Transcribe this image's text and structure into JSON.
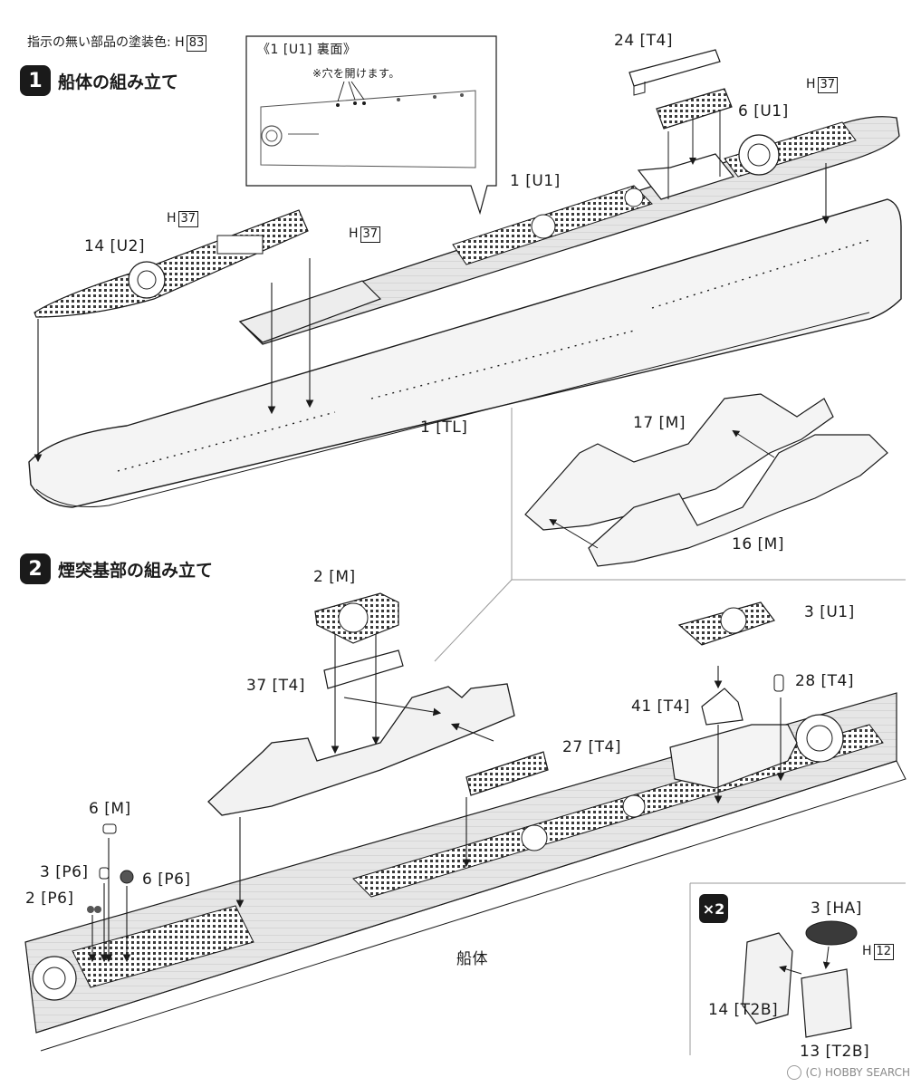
{
  "header": {
    "paint_note": "指示の無い部品の塗装色: H",
    "paint_code": "83"
  },
  "steps": [
    {
      "number": "1",
      "title": "船体の組み立て"
    },
    {
      "number": "2",
      "title": "煙突基部の組み立て"
    }
  ],
  "inset": {
    "title": "《1 [U1] 裏面》",
    "note": "※穴を開けます。"
  },
  "paint_marks": [
    {
      "prefix": "H",
      "code": "37"
    },
    {
      "prefix": "H",
      "code": "37"
    },
    {
      "prefix": "H",
      "code": "37"
    },
    {
      "prefix": "H",
      "code": "12"
    }
  ],
  "parts": {
    "p24_t4": "24 [T4]",
    "p6_u1": "6 [U1]",
    "p1_u1": "1 [U1]",
    "p14_u2": "14 [U2]",
    "p1_tl": "1 [TL]",
    "p17_m": "17 [M]",
    "p16_m": "16 [M]",
    "p2_m": "2 [M]",
    "p37_t4": "37 [T4]",
    "p27_t4": "27 [T4]",
    "p3_u1": "3 [U1]",
    "p28_t4": "28 [T4]",
    "p41_t4": "41 [T4]",
    "p6_m": "6 [M]",
    "p3_p6": "3 [P6]",
    "p6_p6": "6 [P6]",
    "p2_p6": "2 [P6]",
    "p3_ha": "3 [HA]",
    "p14_t2b": "14 [T2B]",
    "p13_t2b": "13 [T2B]"
  },
  "hull_label": "船体",
  "multiplier": "×2",
  "watermark": "(C) HOBBY SEARCH"
}
